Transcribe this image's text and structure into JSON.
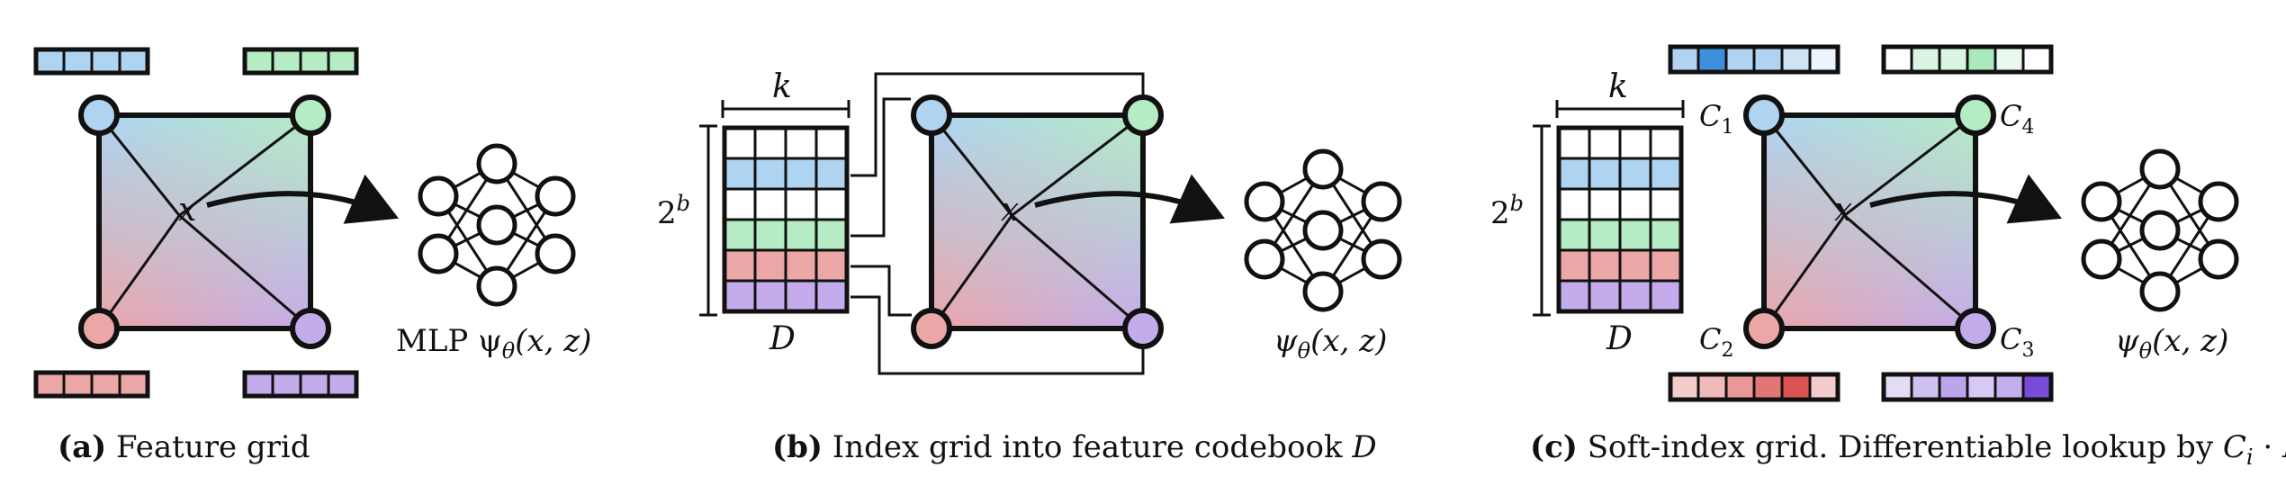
{
  "colors": {
    "blue": "#aed4f2",
    "green": "#b5ecc4",
    "red": "#eba6a6",
    "purple": "#c4acec",
    "blue_strong": "#3d8fdc",
    "green_strong": "#85e09e",
    "red_strong": "#db5252",
    "purple_strong": "#7a4ad8",
    "white": "#ffffff",
    "stroke": "#111111"
  },
  "panel_a": {
    "x_label": "x",
    "mlp_label": "MLP ψ",
    "theta": "θ",
    "args": "(x, z)",
    "caption_tag": "(a)",
    "caption_text": " Feature grid"
  },
  "panel_b": {
    "k_label": "k",
    "size_base": "2",
    "size_exp": "b",
    "codebook_label": "D",
    "x_label": "x",
    "psi_label": "ψ",
    "theta": "θ",
    "args": "(x, z)",
    "codebook_rows": [
      "white",
      "blue",
      "white",
      "green",
      "red",
      "purple"
    ],
    "caption_tag": "(b)",
    "caption_text": " Index grid into feature codebook ",
    "caption_math": "D"
  },
  "panel_c": {
    "k_label": "k",
    "size_base": "2",
    "size_exp": "b",
    "codebook_label": "D",
    "x_label": "x",
    "psi_label": "ψ",
    "theta": "θ",
    "args": "(x, z)",
    "codebook_rows": [
      "white",
      "blue",
      "white",
      "green",
      "red",
      "purple"
    ],
    "corner_labels": [
      "C",
      "C",
      "C",
      "C"
    ],
    "corner_subs": [
      "1",
      "4",
      "2",
      "3"
    ],
    "soft_bars": {
      "blue": [
        0.4,
        1.0,
        0.4,
        0.4,
        0.25,
        0.1
      ],
      "green": [
        0.0,
        0.3,
        0.3,
        0.7,
        0.2,
        0.0
      ],
      "red": [
        0.3,
        0.4,
        0.6,
        0.8,
        1.0,
        0.3
      ],
      "purple": [
        0.2,
        0.35,
        0.5,
        0.3,
        0.45,
        1.0
      ]
    },
    "caption_tag": "(c)",
    "caption_text": " Soft-index grid. Differentiable lookup by ",
    "caption_math_c": "C",
    "caption_math_i": "i",
    "caption_dot": " · ",
    "caption_math_d": "D"
  }
}
